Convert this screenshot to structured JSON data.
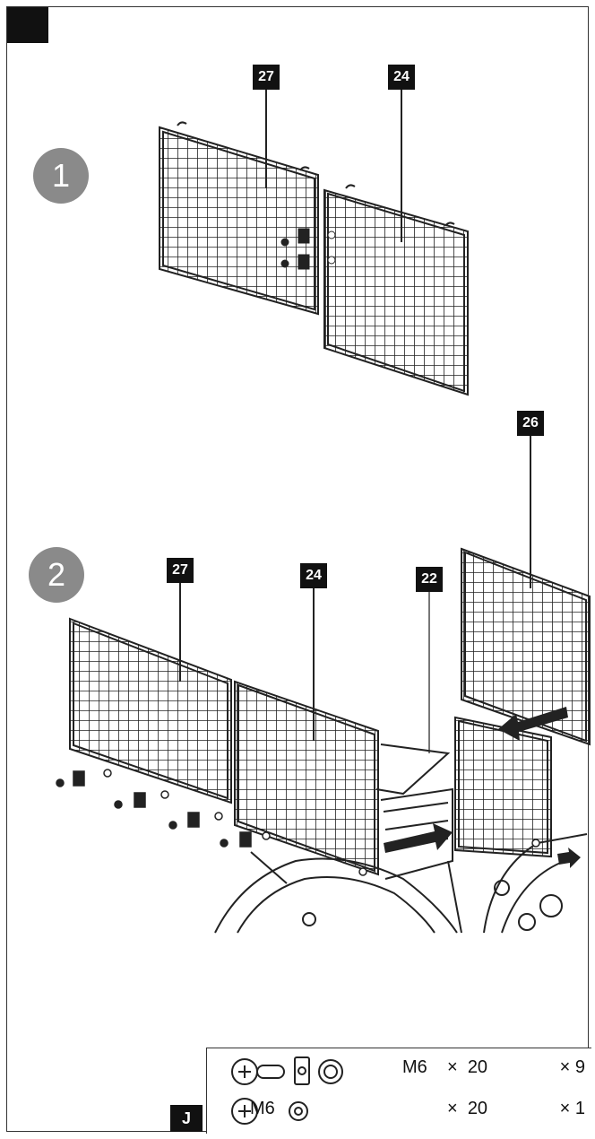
{
  "steps": [
    {
      "number": "1",
      "tags": {
        "left_panel": "27",
        "right_panel": "24"
      }
    },
    {
      "number": "2",
      "tags": {
        "panel_a": "27",
        "panel_b": "24",
        "panel_c": "22",
        "panel_d": "26"
      }
    }
  ],
  "hardware": {
    "section_tag": "J",
    "rows": [
      {
        "spec": "M6",
        "times": "×",
        "length": "20",
        "qty": "× 9"
      },
      {
        "spec": "M6",
        "times": "×",
        "length": "20",
        "qty": "× 1"
      }
    ]
  }
}
